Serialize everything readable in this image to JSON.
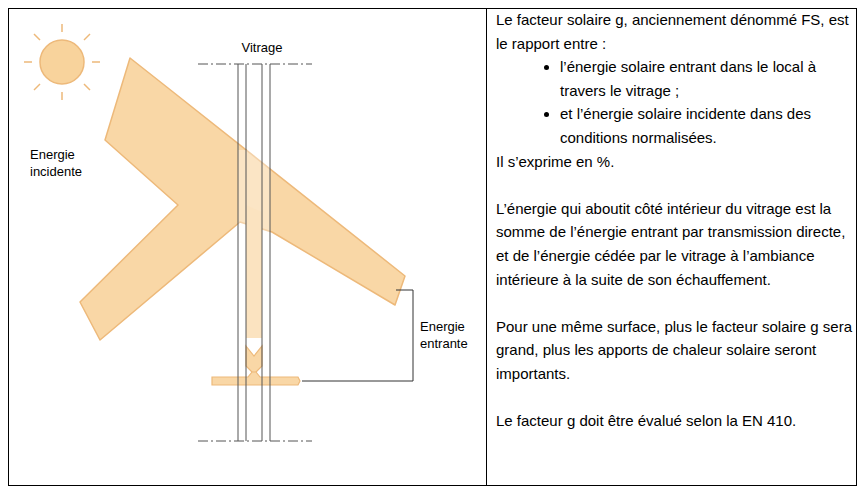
{
  "diagram": {
    "labels": [
      "Vitrage",
      "Energie incidente",
      "Energie entrante",
      "Le facteur solaire g, anciennement dénommé FS, est le rapport entre :",
      "l’énergie solaire entrant dans le local à travers le vitrage ;",
      "et l’énergie solaire incidente dans des conditions normalisées.",
      "Il s’exprime en %.",
      "L’énergie qui aboutit côté intérieur du vitrage est la somme de l’énergie entrant par transmission directe, et de l’énergie cédée par le vitrage à l’ambiance intérieure à la suite de son échauffement.",
      "Pour une même surface, plus le facteur solaire g sera grand, plus les apports de chaleur solaire seront importants.",
      "Le facteur g doit être évalué selon la EN 410."
    ]
  }
}
